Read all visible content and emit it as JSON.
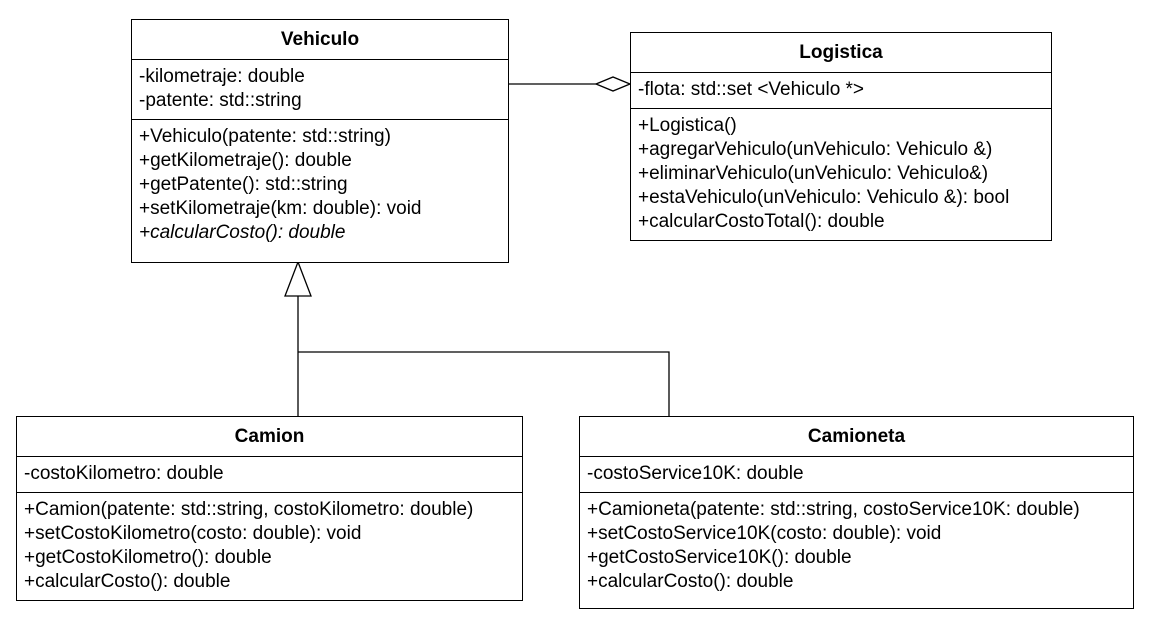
{
  "classes": {
    "vehiculo": {
      "name": "Vehiculo",
      "attributes": [
        "-kilometraje: double",
        "-patente: std::string"
      ],
      "methods": [
        "+Vehiculo(patente: std::string)",
        "+getKilometraje(): double",
        "+getPatente(): std::string",
        "+setKilometraje(km: double): void"
      ],
      "abstract_method": "+calcularCosto(): double"
    },
    "logistica": {
      "name": "Logistica",
      "attributes": [
        "-flota: std::set <Vehiculo *>"
      ],
      "methods": [
        "+Logistica()",
        "+agregarVehiculo(unVehiculo: Vehiculo &)",
        "+eliminarVehiculo(unVehiculo: Vehiculo&)",
        "+estaVehiculo(unVehiculo: Vehiculo &): bool",
        "+calcularCostoTotal(): double"
      ]
    },
    "camion": {
      "name": "Camion",
      "attributes": [
        "-costoKilometro: double"
      ],
      "methods": [
        "+Camion(patente: std::string, costoKilometro: double)",
        "+setCostoKilometro(costo: double): void",
        "+getCostoKilometro(): double",
        "+calcularCosto(): double"
      ]
    },
    "camioneta": {
      "name": "Camioneta",
      "attributes": [
        "-costoService10K: double"
      ],
      "methods": [
        "+Camioneta(patente: std::string, costoService10K: double)",
        "+setCostoService10K(costo: double): void",
        "+getCostoService10K(): double",
        "+calcularCosto(): double"
      ]
    }
  }
}
